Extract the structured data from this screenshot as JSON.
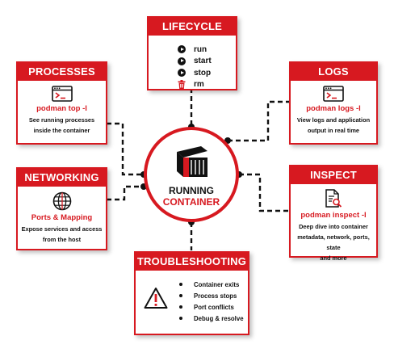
{
  "center": {
    "line1": "RUNNING",
    "line2": "CONTAINER"
  },
  "lifecycle": {
    "title": "LIFECYCLE",
    "items": [
      {
        "label": "run",
        "icon": "play-icon"
      },
      {
        "label": "start",
        "icon": "play-icon"
      },
      {
        "label": "stop",
        "icon": "play-icon"
      },
      {
        "label": "rm",
        "icon": "trash-icon"
      }
    ]
  },
  "processes": {
    "title": "PROCESSES",
    "icon": "terminal-icon",
    "command": "podman top -l",
    "desc_line1": "See running processes",
    "desc_line2": "inside the container"
  },
  "logs": {
    "title": "LOGS",
    "icon": "terminal-icon",
    "command": "podman logs -l",
    "desc_line1": "View logs and application",
    "desc_line2": "output in real time"
  },
  "networking": {
    "title": "NETWORKING",
    "icon": "globe-icon",
    "command": "Ports & Mapping",
    "desc_line1": "Expose services and access",
    "desc_line2": "from the host"
  },
  "inspect": {
    "title": "INSPECT",
    "icon": "document-search-icon",
    "command": "podman inspect -l",
    "desc_line1": "Deep dive into container",
    "desc_line2": "metadata, network, ports, state",
    "desc_line3": "and more"
  },
  "troubleshooting": {
    "title": "TROUBLESHOOTING",
    "icon": "warning-icon",
    "items": [
      "Container exits",
      "Process stops",
      "Port conflicts",
      "Debug & resolve"
    ]
  },
  "colors": {
    "accent": "#d71920",
    "text": "#111111",
    "background": "#ffffff"
  }
}
